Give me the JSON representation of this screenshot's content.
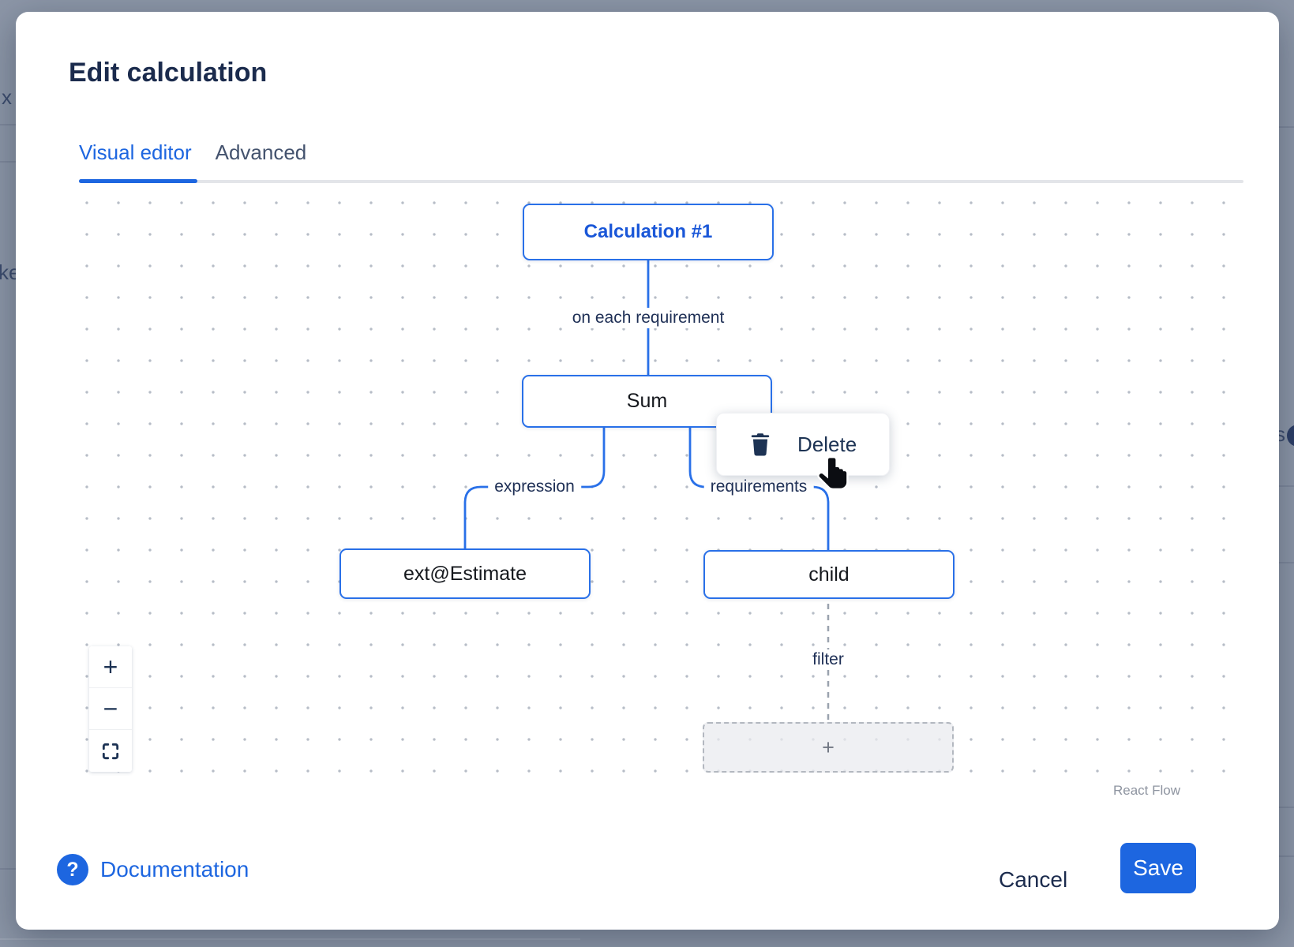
{
  "backdrop": {
    "fragments": {
      "left_top": "x",
      "left_mid": "ke",
      "right_mid": "s"
    }
  },
  "modal": {
    "title": "Edit calculation",
    "tabs": [
      {
        "label": "Visual editor",
        "active": true
      },
      {
        "label": "Advanced",
        "active": false
      }
    ]
  },
  "flow": {
    "nodes": [
      {
        "id": "root",
        "label": "Calculation #1"
      },
      {
        "id": "sum",
        "label": "Sum"
      },
      {
        "id": "expression_value",
        "label": "ext@Estimate"
      },
      {
        "id": "child",
        "label": "child"
      }
    ],
    "edge_labels": {
      "root": "on each requirement",
      "expression": "expression",
      "requirements": "requirements",
      "filter": "filter"
    },
    "placeholder": {
      "plus": "+"
    },
    "context_menu": {
      "delete_label": "Delete"
    },
    "controls": {
      "zoom_in": "+",
      "zoom_out": "−"
    },
    "attribution": "React Flow"
  },
  "footer": {
    "help_icon": "?",
    "documentation_label": "Documentation",
    "cancel_label": "Cancel",
    "save_label": "Save"
  },
  "colors": {
    "accent_blue": "#1d66e0",
    "node_border_blue": "#2970e8",
    "navy_text": "#1d2d50",
    "backdrop": "#8c96a7",
    "canvas_dot": "#b7bdc7"
  }
}
